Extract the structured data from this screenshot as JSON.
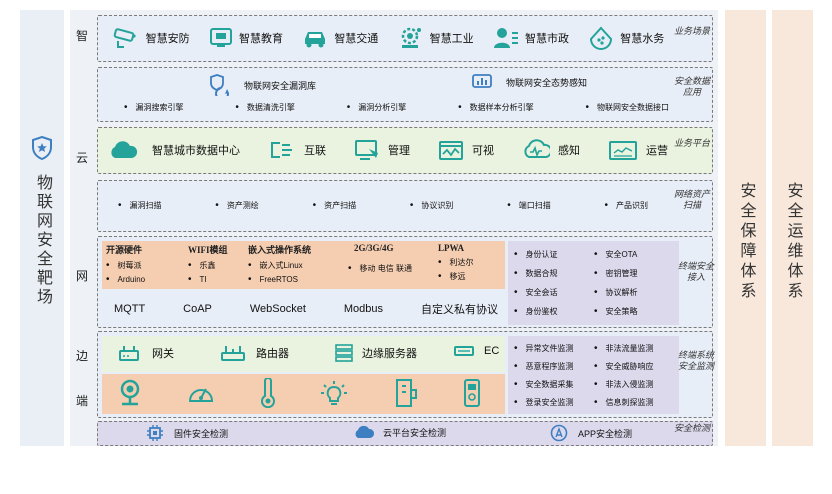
{
  "left_title": "物联网安全靶场",
  "tiers": {
    "zhi": "智",
    "yun": "云",
    "wang": "网",
    "bian": "边",
    "duan": "端"
  },
  "app_scenes": {
    "items": [
      "智慧安防",
      "智慧教育",
      "智慧交通",
      "智慧工业",
      "智慧市政",
      "智慧水务"
    ],
    "label": "业务场景"
  },
  "sec_data": {
    "heads": [
      "物联网安全漏洞库",
      "物联网安全态势感知"
    ],
    "items": [
      "漏洞搜索引擎",
      "数据清洗引擎",
      "漏洞分析引擎",
      "数据样本分析引擎",
      "物联网安全数据接口"
    ],
    "label": "安全数据应用"
  },
  "platform": {
    "items": [
      "智慧城市数据中心",
      "互联",
      "管理",
      "可视",
      "感知",
      "运营"
    ],
    "label": "业务平台"
  },
  "asset_scan": {
    "items": [
      "漏洞扫描",
      "资产测绘",
      "资产扫描",
      "协议识别",
      "端口扫描",
      "产品识别"
    ],
    "label": "网络资产扫描"
  },
  "network": {
    "groups": [
      {
        "title": "开源硬件",
        "items": [
          "树莓派",
          "Arduino"
        ]
      },
      {
        "title": "WIFI模组",
        "items": [
          "乐鑫",
          "TI"
        ]
      },
      {
        "title": "嵌入式操作系统",
        "items": [
          "嵌入式Linux",
          "FreeRTOS"
        ]
      },
      {
        "title": "2G/3G/4G",
        "items": [
          "移动 电信 联通"
        ]
      },
      {
        "title": "LPWA",
        "items": [
          "利达尔",
          "移远"
        ]
      }
    ],
    "protocols": [
      "MQTT",
      "CoAP",
      "WebSocket",
      "Modbus",
      "自定义私有协议"
    ],
    "security": [
      "身份认证",
      "安全OTA",
      "数据合规",
      "密钥管理",
      "安全会话",
      "协议解析",
      "身份鉴权",
      "安全策略"
    ],
    "label": "终端安全接入"
  },
  "edge": {
    "items": [
      "网关",
      "路由器",
      "边缘服务器",
      "EC"
    ]
  },
  "monitor": {
    "items": [
      "异常文件监测",
      "非法流量监测",
      "恶意程序监测",
      "安全威胁响应",
      "安全数据采集",
      "非法入侵监测",
      "登录安全监测",
      "信息刺探监测"
    ],
    "label": "终端系统安全监测"
  },
  "detect": {
    "items": [
      "固件安全检测",
      "云平台安全检测",
      "APP安全检测"
    ],
    "label": "安全检测"
  },
  "right_cols": [
    "安全保障体系",
    "安全运维体系"
  ],
  "colors": {
    "teal": "#23a39a",
    "orange": "#f5ceb1",
    "purple": "#dcd9ec",
    "blue": "#3e7fc1",
    "green": "#e9f3df",
    "side": "#f8e8dc"
  }
}
